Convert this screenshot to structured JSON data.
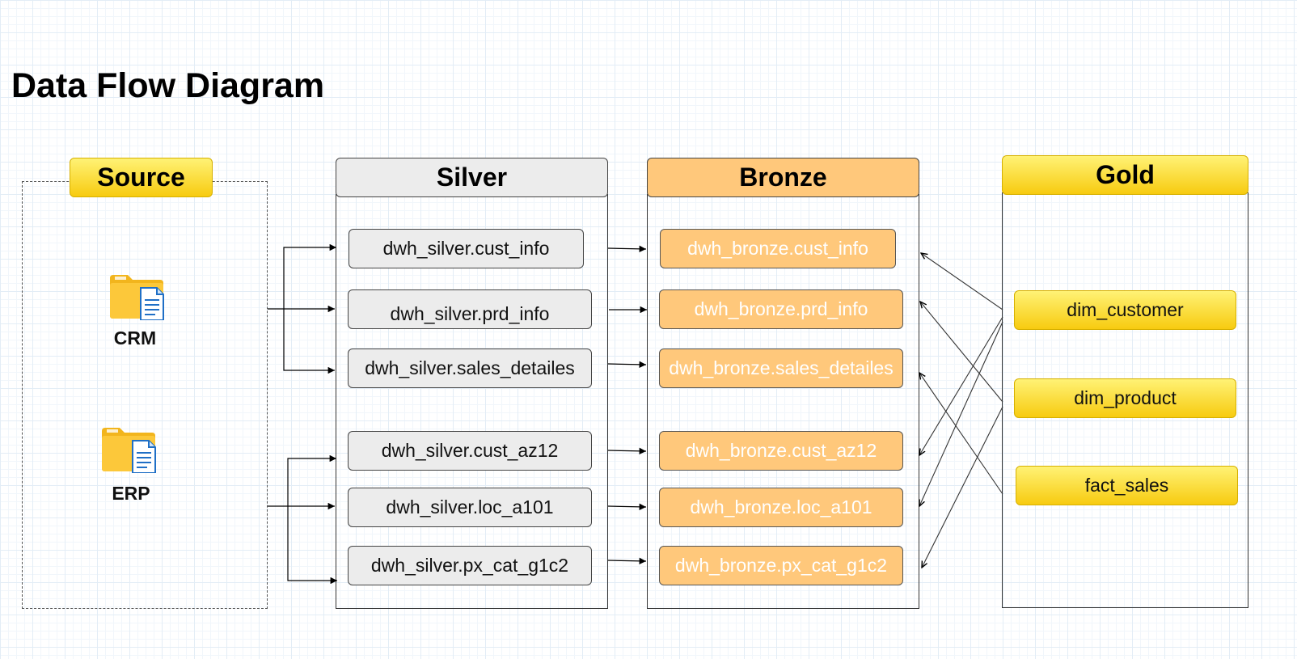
{
  "title": "Data Flow Diagram",
  "source": {
    "header": "Source",
    "systems": [
      {
        "label": "CRM",
        "icon": "folder-document-icon"
      },
      {
        "label": "ERP",
        "icon": "folder-document-icon"
      }
    ]
  },
  "silver": {
    "header": "Silver",
    "tables": [
      "dwh_silver.cust_info",
      "dwh_silver.prd_info",
      "dwh_silver.sales_detailes",
      "dwh_silver.cust_az12",
      "dwh_silver.loc_a101",
      "dwh_silver.px_cat_g1c2"
    ]
  },
  "bronze": {
    "header": "Bronze",
    "tables": [
      "dwh_bronze.cust_info",
      "dwh_bronze.prd_info",
      "dwh_bronze.sales_detailes",
      "dwh_bronze.cust_az12",
      "dwh_bronze.loc_a101",
      "dwh_bronze.px_cat_g1c2"
    ]
  },
  "gold": {
    "header": "Gold",
    "tables": [
      "dim_customer",
      "dim_product",
      "fact_sales"
    ]
  },
  "colors": {
    "gold": "#f7cb10",
    "silver": "#ececec",
    "bronze": "#ffc87b",
    "bronze_text": "#ffffff",
    "grid": "#e3edf6"
  }
}
